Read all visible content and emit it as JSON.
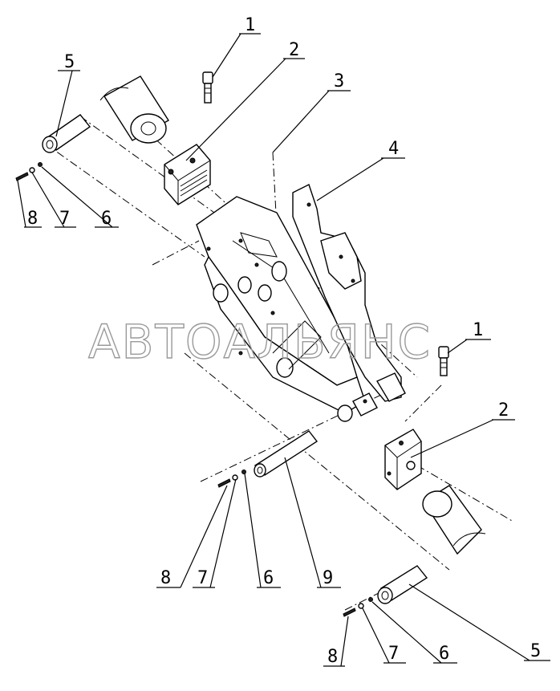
{
  "diagram": {
    "watermark": "АВТОАЛЬЯНС",
    "callouts": [
      {
        "id": "c1a",
        "label": "1"
      },
      {
        "id": "c2a",
        "label": "2"
      },
      {
        "id": "c3",
        "label": "3"
      },
      {
        "id": "c4",
        "label": "4"
      },
      {
        "id": "c5a",
        "label": "5"
      },
      {
        "id": "c8a",
        "label": "8"
      },
      {
        "id": "c7a",
        "label": "7"
      },
      {
        "id": "c6a",
        "label": "6"
      },
      {
        "id": "c1b",
        "label": "1"
      },
      {
        "id": "c2b",
        "label": "2"
      },
      {
        "id": "c8b",
        "label": "8"
      },
      {
        "id": "c7b",
        "label": "7"
      },
      {
        "id": "c6b",
        "label": "6"
      },
      {
        "id": "c9",
        "label": "9"
      },
      {
        "id": "c8c",
        "label": "8"
      },
      {
        "id": "c7c",
        "label": "7"
      },
      {
        "id": "c6c",
        "label": "6"
      },
      {
        "id": "c5b",
        "label": "5"
      }
    ]
  }
}
